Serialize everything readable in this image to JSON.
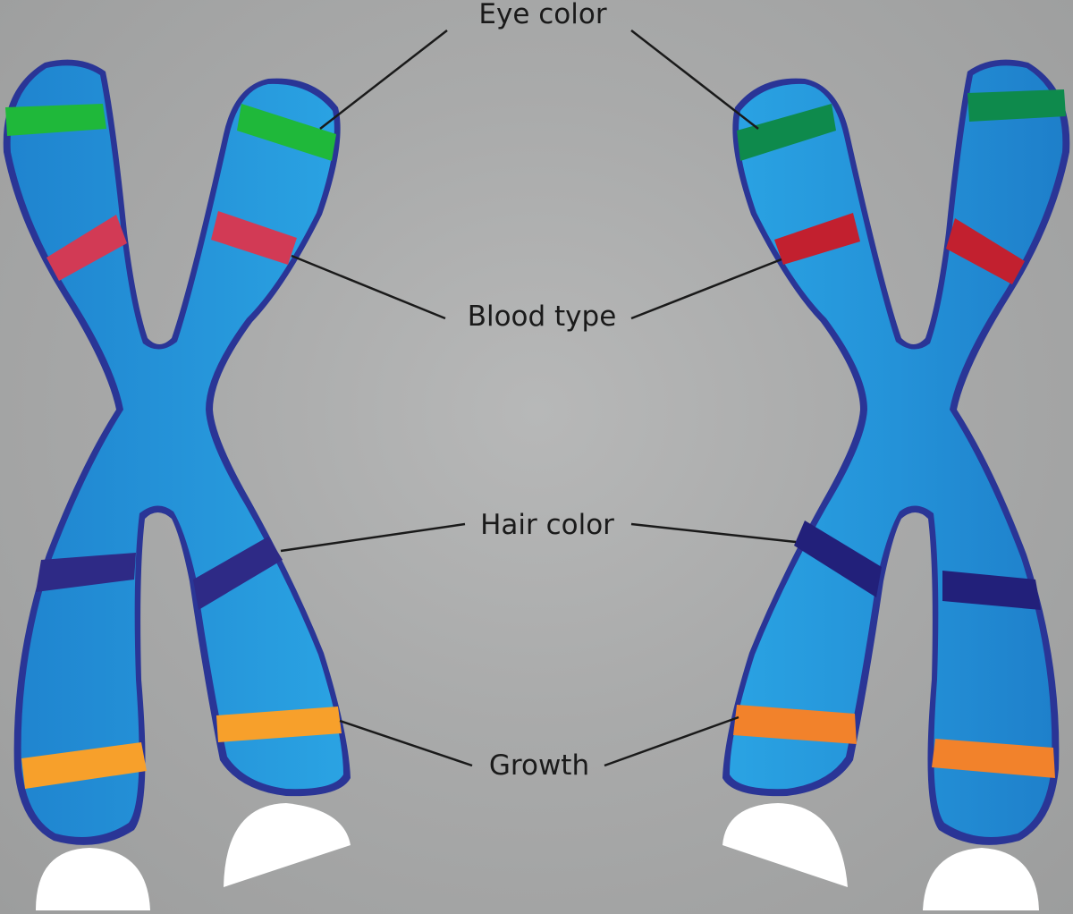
{
  "labels": {
    "eye_color": "Eye color",
    "blood_type": "Blood type",
    "hair_color": "Hair color",
    "growth": "Growth"
  },
  "colors": {
    "background": "#a9aaaa",
    "chromosome_fill": "#2394d8",
    "chromosome_outline": "#2a3596",
    "eye_band_left": "#1fb83a",
    "eye_band_right": "#0e8a4c",
    "blood_band": "#d23a55",
    "hair_band": "#2e2a86",
    "growth_band": "#f7a02b",
    "leader_line": "#1a1a1a",
    "shadow": "#ffffff"
  }
}
